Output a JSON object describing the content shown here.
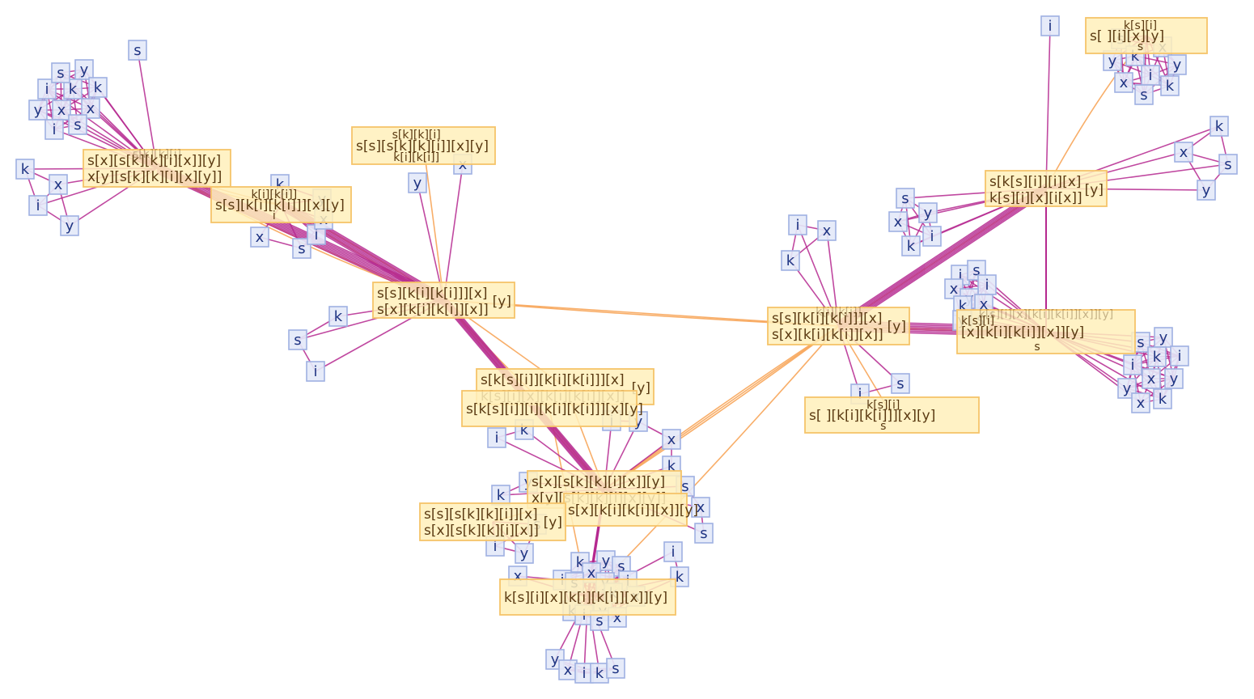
{
  "diagram": {
    "title": "",
    "colors": {
      "edge_primary": "#b5288f",
      "edge_secondary": "#f7a04f",
      "leaf_fill": "#e3e9f8",
      "leaf_border": "#9fb1e2",
      "leaf_text": "#1f3583",
      "hub_fill": "#fff0bb",
      "hub_border": "#f6c46a",
      "hub_text": "#5a3a12"
    },
    "hubs": [
      {
        "id": "h1",
        "lines": [
          "s[x][s[k][k][i][x]][y]",
          "x[y][s[k][k][i][x][y]]"
        ],
        "behind": "s[k][k][i]"
      },
      {
        "id": "h2",
        "lines": [
          "s[s][k[i][k[i]]][x][y]"
        ],
        "sup": "k[i][k[i]]",
        "sub": "i"
      },
      {
        "id": "h3",
        "lines": [
          "s[s][s[k][k][i]][x][y]"
        ],
        "sup": "s[k][k][i]",
        "sub": "k[i][k[i]]"
      },
      {
        "id": "h4",
        "lines": [
          "s[s][k[i][k[i]]][x]",
          "s[x][k[i][k[i]][x]]"
        ],
        "tail": "[y]"
      },
      {
        "id": "h5",
        "lines": [
          "s[k[s][i]][k[i][k[i]]][x]",
          "k[s][i][x][k[i][k[i]][x]]"
        ],
        "tail": "[y]"
      },
      {
        "id": "h6",
        "lines": [
          "s[k[s][i]][i][k[i][k[i]]][x][y]"
        ]
      },
      {
        "id": "h7",
        "lines": [
          "s[x][s[k][k][i][x]][y]",
          "x[y][s[k][k][i][x][y]]"
        ]
      },
      {
        "id": "h8",
        "lines": [
          "s[x][k[i][k[i]][x]][y]"
        ]
      },
      {
        "id": "h9",
        "lines": [
          "s[s][s[k][k][i]][x]",
          "s[x][s[k][k][i][x]]"
        ],
        "tail": "[y]"
      },
      {
        "id": "h10",
        "lines": [
          "k[s][i][x][k[i][k[i]][x]][y]"
        ]
      },
      {
        "id": "h11",
        "lines": [
          "s[s][k[i][k[i]]][x]",
          "s[x][k[i][k[i]][x]]"
        ],
        "tail": "[y]",
        "behind": "k[i][k[i]]"
      },
      {
        "id": "h12",
        "lines": [
          "s[ ][k[i][k[i]]][x][y]"
        ],
        "sup": "k[s][i]",
        "sub": "s"
      },
      {
        "id": "h13",
        "lines": [
          "s[k[s][i]][i][x]",
          "k[s][i][x][i[x]]"
        ],
        "tail": "[y]"
      },
      {
        "id": "h14",
        "lines": [
          "s[ ][i][x][y]"
        ],
        "sup": "k[s][i]",
        "sub": "s"
      },
      {
        "id": "h15",
        "lines": [
          "[x][k[i][k[i]][x]][y]"
        ],
        "prefix": "k[s][i]",
        "sub": "s",
        "behind": "k[s][i][x][k[i][k[i]][x]][y]"
      }
    ],
    "leaves": [
      "s",
      "y",
      "i",
      "k",
      "k",
      "y",
      "x",
      "x",
      "i",
      "s",
      "s",
      "k",
      "x",
      "i",
      "y",
      "k",
      "x",
      "y",
      "s",
      "i",
      "y",
      "x",
      "k",
      "s",
      "i",
      "i",
      "x",
      "k",
      "s",
      "y",
      "x",
      "k",
      "i",
      "i",
      "y",
      "x",
      "k",
      "k",
      "i",
      "x",
      "s",
      "y",
      "i",
      "k",
      "x",
      "s",
      "y",
      "s",
      "x",
      "y",
      "k",
      "y",
      "i",
      "k",
      "x",
      "s",
      "i",
      "s",
      "x",
      "i",
      "y",
      "k",
      "x",
      "y",
      "s",
      "y",
      "s",
      "i",
      "k",
      "i",
      "y",
      "x",
      "y",
      "k",
      "x",
      "s",
      "k",
      "x",
      "s",
      "y",
      "i",
      "i",
      "k",
      "k",
      "i",
      "s",
      "y",
      "k",
      "x",
      "y",
      "k",
      "i",
      "x",
      "i",
      "s",
      "y",
      "x",
      "x",
      "i",
      "k",
      "s"
    ]
  }
}
